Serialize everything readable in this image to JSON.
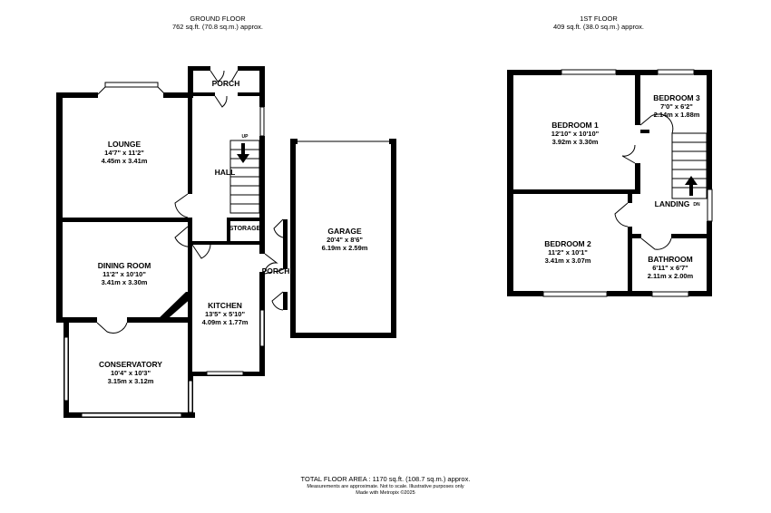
{
  "ground_floor": {
    "title": "GROUND FLOOR",
    "area": "762 sq.ft. (70.8 sq.m.) approx.",
    "rooms": {
      "porch_top": {
        "name": "PORCH"
      },
      "lounge": {
        "name": "LOUNGE",
        "imperial": "14'7\" x 11'2\"",
        "metric": "4.45m  x 3.41m"
      },
      "hall": {
        "name": "HALL"
      },
      "up_label": "UP",
      "storage": {
        "name": "STORAGE"
      },
      "garage": {
        "name": "GARAGE",
        "imperial": "20'4\" x 8'6\"",
        "metric": "6.19m  x 2.59m"
      },
      "dining": {
        "name": "DINING ROOM",
        "imperial": "11'2\" x 10'10\"",
        "metric": "3.41m  x 3.30m"
      },
      "porch_side": {
        "name": "PORCH"
      },
      "kitchen": {
        "name": "KITCHEN",
        "imperial": "13'5\" x 5'10\"",
        "metric": "4.09m  x 1.77m"
      },
      "conservatory": {
        "name": "CONSERVATORY",
        "imperial": "10'4\" x 10'3\"",
        "metric": "3.15m  x 3.12m"
      }
    }
  },
  "first_floor": {
    "title": "1ST FLOOR",
    "area": "409 sq.ft. (38.0 sq.m.) approx.",
    "rooms": {
      "bedroom1": {
        "name": "BEDROOM 1",
        "imperial": "12'10\" x 10'10\"",
        "metric": "3.92m  x 3.30m"
      },
      "bedroom3": {
        "name": "BEDROOM 3",
        "imperial": "7'0\" x 6'2\"",
        "metric": "2.14m  x 1.88m"
      },
      "landing": {
        "name": "LANDING"
      },
      "dn_label": "DN",
      "bedroom2": {
        "name": "BEDROOM 2",
        "imperial": "11'2\" x 10'1\"",
        "metric": "3.41m  x 3.07m"
      },
      "bathroom": {
        "name": "BATHROOM",
        "imperial": "6'11\" x 6'7\"",
        "metric": "2.11m  x 2.00m"
      }
    }
  },
  "footer": {
    "total": "TOTAL FLOOR AREA : 1170 sq.ft. (108.7 sq.m.) approx.",
    "disclaimer": "Measurements are approximate.  Not to scale.  Illustrative purposes only",
    "credit": "Made with Metropix ©2025"
  }
}
